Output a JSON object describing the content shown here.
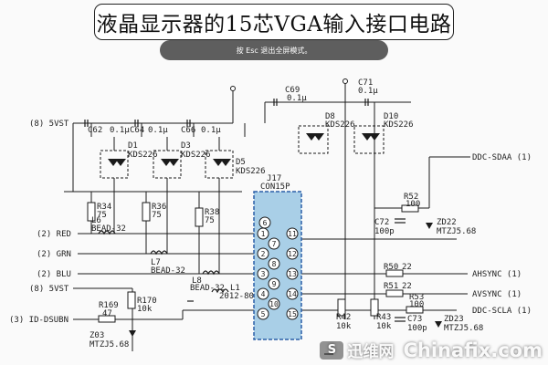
{
  "title": "液晶显示器的15芯VGA输入接口电路",
  "esc_tip": "按 Esc 退出全屏模式。",
  "watermark": {
    "logo": "S",
    "cn": "迅维网",
    "en": "Chinafix.com"
  },
  "colors": {
    "connector_fill": "#a9cfe7",
    "connector_border": "#2b5fa8",
    "line": "#1a1a1a"
  },
  "labels": {
    "net_5vst_top": "(8) 5VST",
    "net_red": "(2) RED",
    "net_grn": "(2) GRN",
    "net_blu": "(2) BLU",
    "net_5vst_bot": "(8) 5VST",
    "net_id": "(3) ID-DSUBN",
    "ddc_sdaa": "DDC-SDAA (1)",
    "ahsync": "AHSYNC (1)",
    "avsync": "AVSYNC (1)",
    "ddc_scla": "DDC-SCLA (1)",
    "c62": "C62",
    "c64": "C64",
    "c66": "C66",
    "c62v": "0.1μ",
    "c64v": "0.1μ",
    "c66v": "0.1μ",
    "c69": "C69",
    "c69v": "0.1μ",
    "c71": "C71",
    "c71v": "0.1μ",
    "d1": "D1",
    "d1p": "KDS226",
    "d3": "D3",
    "d3p": "KDS226",
    "d5": "D5",
    "d5p": "KDS226",
    "d8": "D8",
    "d8p": "KDS226",
    "d10": "D10",
    "d10p": "KDS226",
    "j17": "J17",
    "con15p": "CON15P",
    "r34": "R34",
    "r34v": "75",
    "r36": "R36",
    "r36v": "75",
    "r38": "R38",
    "r38v": "75",
    "l6": "L6",
    "l6v": "BEAD-32",
    "l7": "L7",
    "l7v": "BEAD-32",
    "l8": "L8",
    "l8v": "BEAD-32",
    "l1": "L1",
    "l1v": "2012-80",
    "r52": "R52",
    "r52v": "100",
    "c72": "C72",
    "c72v": "100p",
    "zd22": "ZD22",
    "zd22v": "MTZJ5.68",
    "r50": "R50",
    "r50v": "22",
    "r51": "R51",
    "r51v": "22",
    "r53": "R53",
    "r53v": "100",
    "r42": "R42",
    "r42v": "10k",
    "r43": "R43",
    "r43v": "10k",
    "c73": "C73",
    "c73v": "100p",
    "zd23": "ZD23",
    "zd23v": "MTZJ5.68",
    "r169": "R169",
    "r169v": "47",
    "r170": "R170",
    "r170v": "10k",
    "z03": "Z03",
    "z03v": "MTZJ5.68",
    "pin1": "1",
    "pin2": "2",
    "pin3": "3",
    "pins": [
      "6",
      "1",
      "7",
      "2",
      "8",
      "3",
      "9",
      "4",
      "10",
      "5",
      "11",
      "12",
      "13",
      "14",
      "15"
    ]
  }
}
